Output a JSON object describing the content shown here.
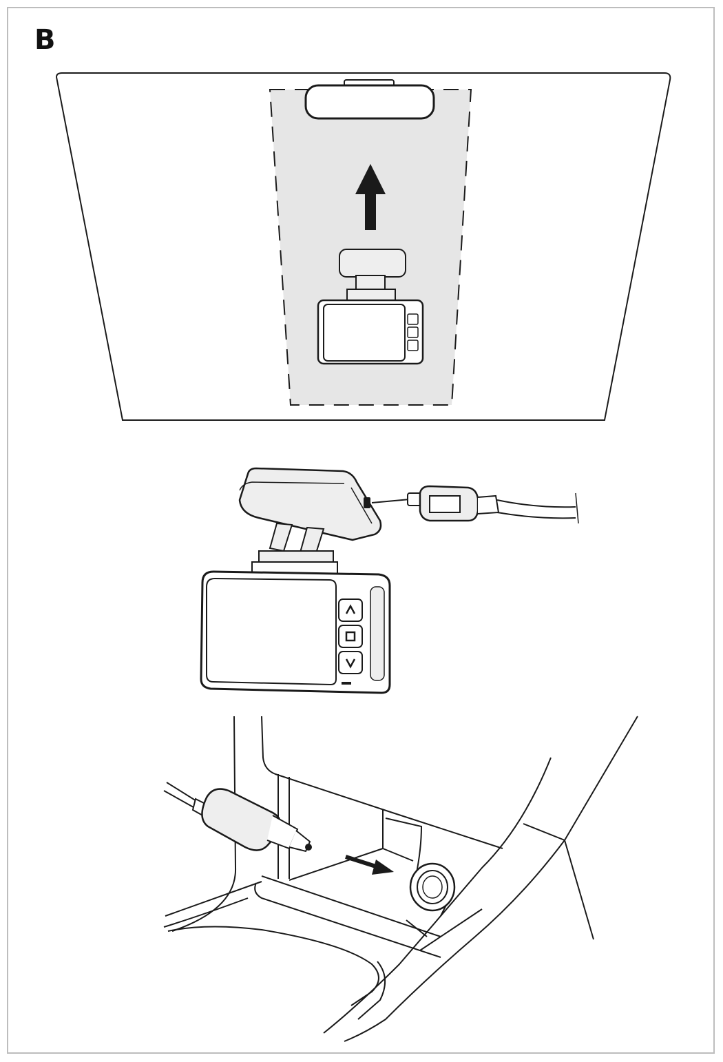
{
  "figure": {
    "panel_label": "B"
  },
  "icons": {
    "windshield": "windshield-outline",
    "mount_area": "mounting-zone-dashed",
    "mirror": "rear-view-mirror",
    "arrow_up": "arrow-up-icon",
    "dashcam": "dash-camera",
    "usb_cable": "usb-cable",
    "car_charger": "car-charger-plug",
    "socket": "cigarette-lighter-socket",
    "arrow_insert": "arrow-right-icon"
  },
  "colors": {
    "line": "#1a1a1a",
    "mount_zone_fill": "#e6e6e6",
    "device_fill": "#eeeeee",
    "frame_border": "#bdbdbd"
  }
}
